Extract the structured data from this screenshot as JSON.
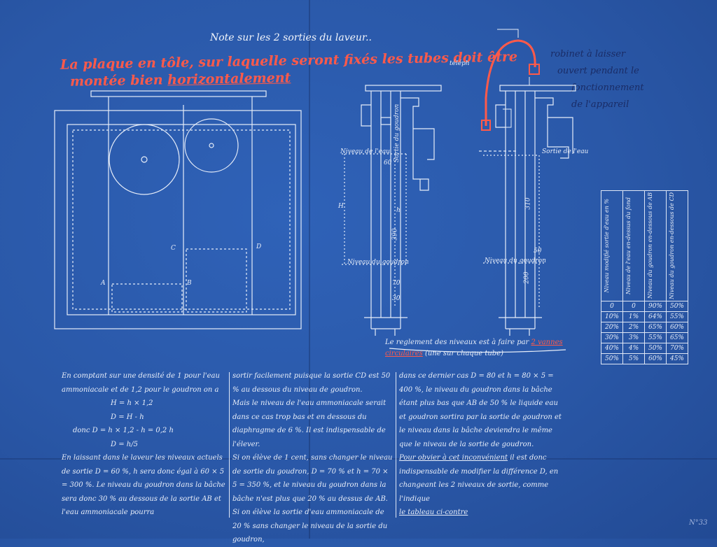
{
  "title": "Note sur les 2 sorties du laveur..",
  "red_note": {
    "line1": "La plaque en tôle, sur laquelle seront fixés les tubes doit être",
    "line2_a": "montée",
    "line2_b": "bien",
    "line2_c": "horizontalement"
  },
  "handwritten_blue": {
    "line1": "robinet à laisser",
    "line2": "ouvert pendant le",
    "line3": "fonctionnement",
    "line4": "de l'appareil"
  },
  "telephone_label": "téléph",
  "drawing_labels": {
    "A": "A",
    "B": "B",
    "C": "C",
    "D": "D",
    "niveau_eau": "Niveau de l'eau",
    "sortie_goudron": "Sortie du goudron",
    "H": "H",
    "h": "h",
    "niveau_goudron": "Niveau du goudron",
    "sortie_eau": "Sortie de l'eau",
    "niveau_goudron_2": "Niveau du goudron",
    "d60": "60",
    "d390": "390",
    "d70": "70",
    "d30": "30",
    "d310": "310",
    "d200": "200",
    "d50": "50"
  },
  "caption": {
    "part1": "Le reglement des niveaux est à faire",
    "part2": "par",
    "part3": "2 vannes circulaires",
    "part4": "(une sur chaque tube)"
  },
  "table": {
    "headers": [
      "Niveau modifié sortie d'eau en %",
      "Niveau de l'eau en-dessus du fond",
      "Niveau du goudron en-dessous de AB",
      "Niveau du goudron en-dessous de CD"
    ],
    "rows": [
      [
        "0",
        "0",
        "90%",
        "50%"
      ],
      [
        "10%",
        "1%",
        "64%",
        "55%"
      ],
      [
        "20%",
        "2%",
        "65%",
        "60%"
      ],
      [
        "30%",
        "3%",
        "55%",
        "65%"
      ],
      [
        "40%",
        "4%",
        "50%",
        "70%"
      ],
      [
        "50%",
        "5%",
        "60%",
        "45%"
      ]
    ]
  },
  "col1": {
    "p1": "En comptant sur une densité de 1 pour l'eau ammoniacale et de 1,2 pour le goudron on a",
    "eq1": "H = h × 1,2",
    "eq2": "D = H - h",
    "eq3": "donc   D = h × 1,2 - h = 0,2 h",
    "eq4": "D = h/5",
    "p2": "En laissant dans le laveur les niveaux actuels de sortie D = 60 %, h sera donc égal à 60 × 5 = 300 %. Le niveau du goudron dans la bâche sera donc 30 % au dessous de la sortie AB et l'eau ammoniacale pourra"
  },
  "col2": {
    "p1": "sortir facilement puisque la sortie CD est 50 % au dessous du niveau de goudron.",
    "p2": "Mais le niveau de l'eau ammoniacale serait dans ce cas trop bas et en dessous du diaphragme de 6 %. Il est indispensable de l'élever.",
    "p3": "Si on élève de 1 cent, sans changer le niveau de sortie du goudron, D = 70 % et h = 70 × 5 = 350 %, et le niveau du goudron dans la bâche n'est plus que 20 % au dessus de AB.",
    "p4": "Si on élève la sortie d'eau ammoniacale de 20 % sans changer le niveau de la sortie du goudron,"
  },
  "col3": {
    "p1": "dans ce dernier cas D = 80 et h = 80 × 5 = 400 %, le niveau du goudron dans la bâche étant plus bas que AB de 50 % le liquide eau et goudron sortira par la sortie de goudron et le niveau dans la bâche deviendra le même que le niveau de la sortie de goudron.",
    "p2_u": "Pour obvier à cet inconvénient",
    "p2": " il est donc indispensable de modifier la différence D, en changeant les 2 niveaux de sortie, comme l'indique",
    "p3_u": "le tableau ci-contre"
  },
  "stamp": "N°33"
}
